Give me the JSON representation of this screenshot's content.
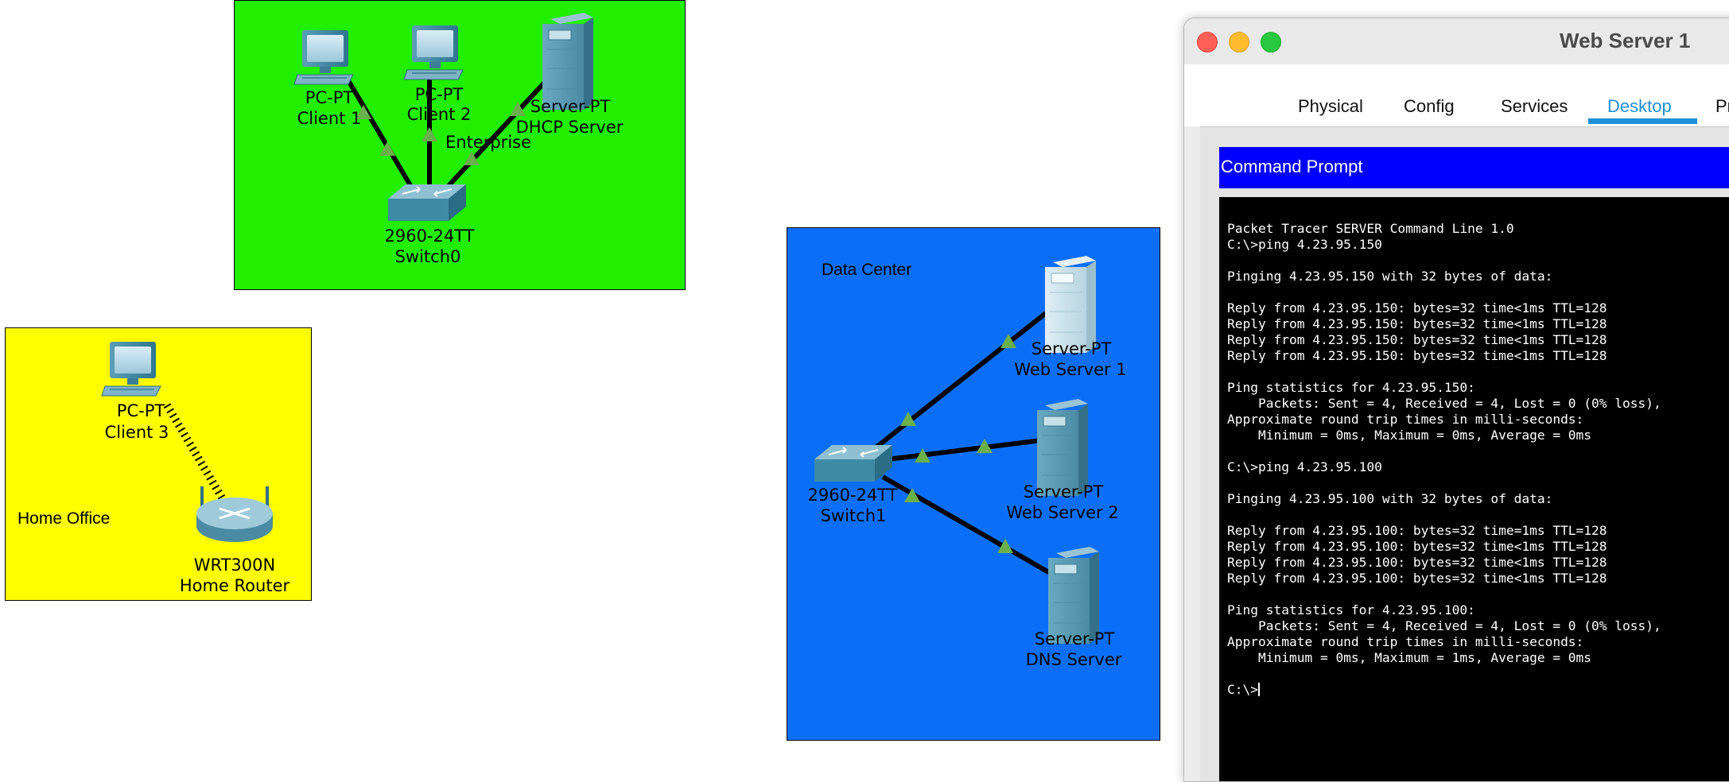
{
  "topology": {
    "areas": {
      "enterprise": "Enterprise",
      "home_office": "Home Office",
      "data_center": "Data Center"
    },
    "devices": {
      "client1": {
        "model": "PC-PT",
        "name": "Client 1"
      },
      "client2": {
        "model": "PC-PT",
        "name": "Client 2"
      },
      "dhcp_server": {
        "model": "Server-PT",
        "name": "DHCP Server"
      },
      "switch0": {
        "model": "2960-24TT",
        "name": "Switch0"
      },
      "client3": {
        "model": "PC-PT",
        "name": "Client 3"
      },
      "home_router": {
        "model": "WRT300N",
        "name": "Home Router"
      },
      "switch1": {
        "model": "2960-24TT",
        "name": "Switch1"
      },
      "web_server1": {
        "model": "Server-PT",
        "name": "Web Server 1"
      },
      "web_server2": {
        "model": "Server-PT",
        "name": "Web Server 2"
      },
      "dns_server": {
        "model": "Server-PT",
        "name": "DNS Server"
      }
    },
    "colors": {
      "enterprise_bg": "#22ee00",
      "home_bg": "#ffff00",
      "datacenter_bg": "#0a6ff6",
      "link_indicator": "#6ab04c"
    }
  },
  "window": {
    "title": "Web Server 1",
    "tabs": [
      {
        "label": "Physical"
      },
      {
        "label": "Config"
      },
      {
        "label": "Services"
      },
      {
        "label": "Desktop",
        "selected": true
      },
      {
        "label": "Programming"
      }
    ],
    "app_title": "Command Prompt",
    "terminal": {
      "lines": [
        "Packet Tracer SERVER Command Line 1.0",
        "C:\\>ping 4.23.95.150",
        "",
        "Pinging 4.23.95.150 with 32 bytes of data:",
        "",
        "Reply from 4.23.95.150: bytes=32 time<1ms TTL=128",
        "Reply from 4.23.95.150: bytes=32 time<1ms TTL=128",
        "Reply from 4.23.95.150: bytes=32 time<1ms TTL=128",
        "Reply from 4.23.95.150: bytes=32 time<1ms TTL=128",
        "",
        "Ping statistics for 4.23.95.150:",
        "    Packets: Sent = 4, Received = 4, Lost = 0 (0% loss),",
        "Approximate round trip times in milli-seconds:",
        "    Minimum = 0ms, Maximum = 0ms, Average = 0ms",
        "",
        "C:\\>ping 4.23.95.100",
        "",
        "Pinging 4.23.95.100 with 32 bytes of data:",
        "",
        "Reply from 4.23.95.100: bytes=32 time=1ms TTL=128",
        "Reply from 4.23.95.100: bytes=32 time<1ms TTL=128",
        "Reply from 4.23.95.100: bytes=32 time<1ms TTL=128",
        "Reply from 4.23.95.100: bytes=32 time<1ms TTL=128",
        "",
        "Ping statistics for 4.23.95.100:",
        "    Packets: Sent = 4, Received = 4, Lost = 0 (0% loss),",
        "Approximate round trip times in milli-seconds:",
        "    Minimum = 0ms, Maximum = 1ms, Average = 0ms",
        ""
      ],
      "prompt": "C:\\>"
    }
  }
}
